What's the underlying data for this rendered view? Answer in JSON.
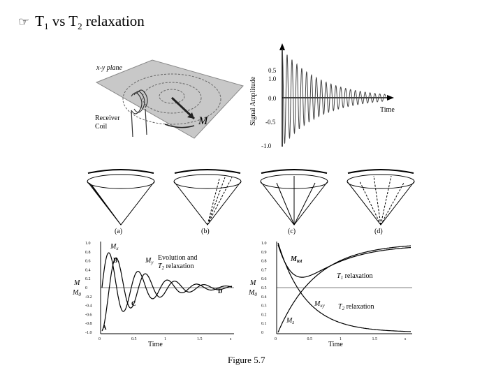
{
  "slide": {
    "title_main": "T",
    "title_sub1": "1",
    "title_mid": " vs T",
    "title_sub2": "2",
    "title_end": " relaxation",
    "bullet_icon": "pointing-hand-icon"
  },
  "precession": {
    "plane_label": "x-y plane",
    "coil_label_1": "Receiver",
    "coil_label_2": "Coil",
    "vector_label": "M"
  },
  "fid_plot": {
    "y_axis_label": "Signal Amplitude",
    "x_axis_label": "Time",
    "y_ticks": [
      "1.0",
      "0.5",
      "0.0",
      "-0.5",
      "-1.0"
    ]
  },
  "cones": {
    "labels": [
      "(a)",
      "(b)",
      "(c)",
      "(d)"
    ]
  },
  "left_graph": {
    "title_1": "Evolution and",
    "title_2": "T",
    "title_2_sub": "2",
    "title_2_rest": " relaxation",
    "series_x": "M",
    "series_x_sub": "x",
    "series_y": "M",
    "series_y_sub": "y",
    "y_label_top": "M",
    "y_label_bottom": "M",
    "y_label_bottom_sub": "0",
    "point_a": "A",
    "point_b": "B",
    "point_c": "C",
    "point_d": "D",
    "x_label": "Time",
    "y_ticks": [
      "1.0",
      "0.8",
      "0.6",
      "0.4",
      "0.2",
      "0",
      "-0.2",
      "-0.4",
      "-0.6",
      "-0.8",
      "-1.0"
    ],
    "x_ticks": [
      "0",
      "0.5",
      "1",
      "1.5",
      "s"
    ]
  },
  "right_graph": {
    "series_tot": "M",
    "series_tot_sub": "tot",
    "series_xy": "M",
    "series_xy_sub": "xy",
    "series_z": "M",
    "series_z_sub": "z",
    "t1_label": "T",
    "t1_sub": "1",
    "t1_rest": " relaxation",
    "t2_label": "T",
    "t2_sub": "2",
    "t2_rest": " relaxation",
    "y_label_top": "M",
    "y_label_bottom": "M",
    "y_label_bottom_sub": "0",
    "x_label": "Time",
    "y_ticks": [
      "1.0",
      "0.9",
      "0.8",
      "0.7",
      "0.6",
      "0.5",
      "0.4",
      "0.3",
      "0.2",
      "0.1",
      "0"
    ],
    "x_ticks": [
      "0",
      "0.5",
      "1",
      "1.5",
      "s"
    ]
  },
  "figure_caption": "Figure 5.7"
}
